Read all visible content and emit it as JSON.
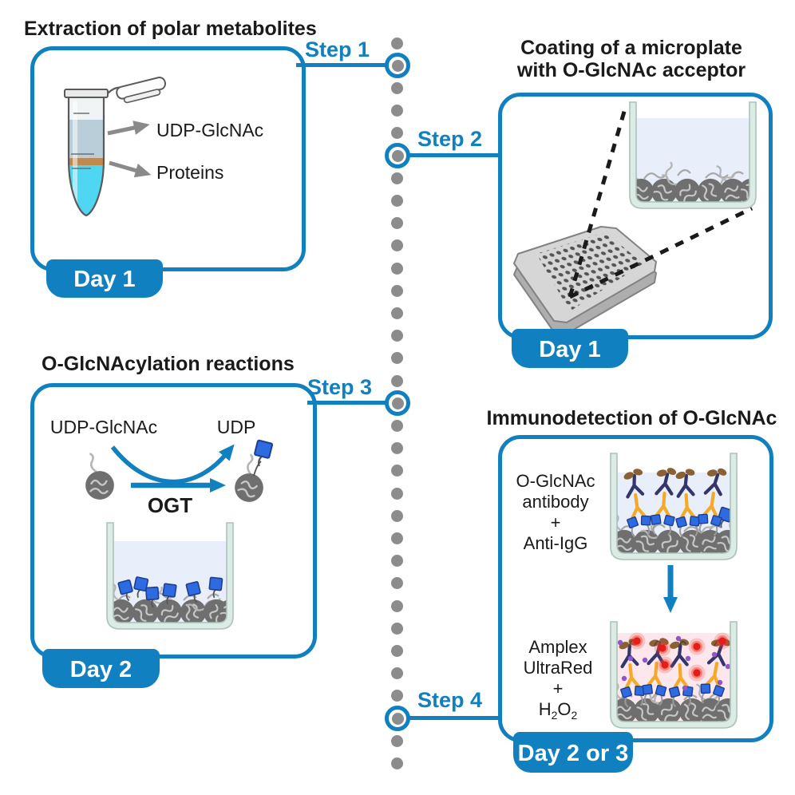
{
  "colors": {
    "accent": "#1180c0",
    "dashed_line": "#1a1a1a",
    "timeline_dot": "#8c8c8c",
    "tube_bottom_liquid": "#4fd6f2",
    "metabolite_layer": "#b9ced8",
    "protein_interphase": "#c08a4e",
    "well_wall": "#dcebe4",
    "well_liquid_blue": "#e9effa",
    "well_liquid_pink": "#fce8ec",
    "protein_sphere": "#6f6f6f",
    "glcnac_tag_blue": "#2e6be0",
    "antibody_primary_orange": "#f6a928",
    "antibody_secondary_navy": "#35356e",
    "hrp_brown": "#8a6134",
    "signal_red": "#e81c17",
    "substrate_dot_purple": "#8f56cc",
    "microplate_gray": "#d6d6d6"
  },
  "timeline": {
    "steps": [
      "Step 1",
      "Step 2",
      "Step 3",
      "Step 4"
    ]
  },
  "panel_extraction": {
    "title": "Extraction of polar metabolites",
    "day_badge": "Day 1",
    "label_metabolite": "UDP-GlcNAc",
    "label_proteins": "Proteins"
  },
  "panel_coating": {
    "title_line1": "Coating of a microplate",
    "title_line2": "with O-GlcNAc acceptor",
    "day_badge": "Day 1"
  },
  "panel_reaction": {
    "title": "O-GlcNAcylation reactions",
    "day_badge": "Day 2",
    "label_substrate": "UDP-GlcNAc",
    "label_product": "UDP",
    "label_enzyme": "OGT"
  },
  "panel_detection": {
    "title": "Immunodetection of O-GlcNAc",
    "day_badge": "Day 2 or 3",
    "reagents_top": {
      "l1": "O-GlcNAc",
      "l2": "antibody",
      "l3": "+",
      "l4": "Anti-IgG"
    },
    "reagents_bottom": {
      "l1": "Amplex",
      "l2": "UltraRed",
      "l3": "+",
      "l4_base1": "H",
      "l4_sub1": "2",
      "l4_base2": "O",
      "l4_sub2": "2"
    }
  }
}
